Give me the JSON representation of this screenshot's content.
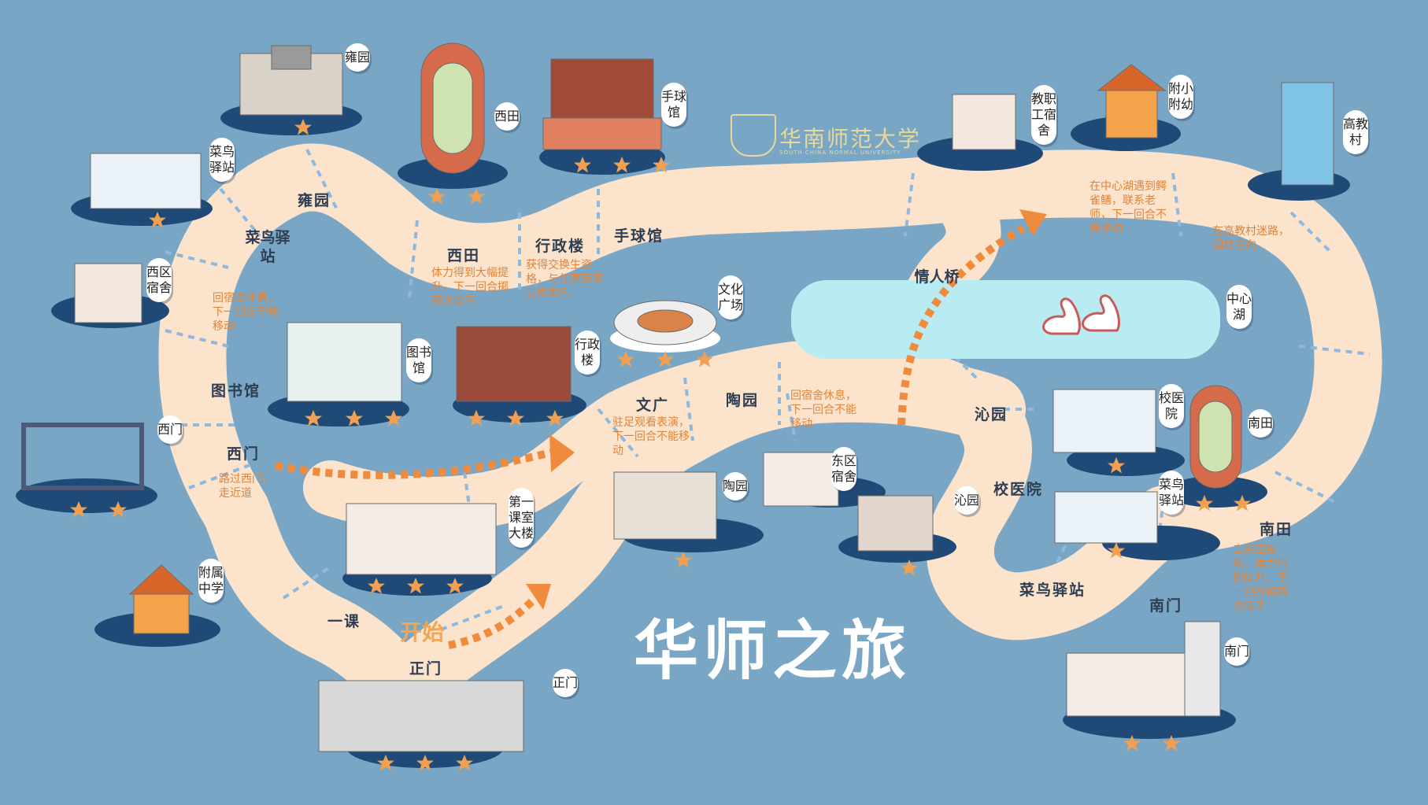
{
  "colors": {
    "water": "#7aa6c6",
    "path": "#fbe3cc",
    "dash": "#8fb8de",
    "star": "#f0a050",
    "arrow": "#f08a3c",
    "platform": "#1f4a78",
    "lake": "#b8ecf2"
  },
  "title": "华师之旅",
  "start_label": "开始",
  "logo": {
    "cn": "华南师范大学",
    "en": "SOUTH CHINA NORMAL UNIVERSITY"
  },
  "path_squares": {
    "yongyuan": "雍园",
    "cainiao1": "菜鸟驿站",
    "xitian": "西田",
    "xingzheng": "行政楼",
    "shouqiu": "手球馆",
    "tushuguan": "图书馆",
    "ximen": "西门",
    "wenguang": "文广",
    "taoyuan": "陶园",
    "qinren": "情人桥",
    "qinyuan": "沁园",
    "xiaoyiyuan": "校医院",
    "cainiao2": "菜鸟驿站",
    "nanmen": "南门",
    "nantian": "南田",
    "yike": "一课",
    "zhengmen": "正门"
  },
  "notes": {
    "xitian": "体力得到大幅提升，下一回合掷两次骰子",
    "xingzheng": "获得交换生资格，与任意玩家交换角色",
    "dorm_west": "回宿舍休息，下一回合不能移动",
    "ximen": "路过西门，走近道",
    "wenguang": "驻足观看表演，下一回合不能移动",
    "dorm_east": "回宿舍休息，下一回合不能移动",
    "lake": "在中心湖遇到鳄雀鳝，联系老师，下一回合不能移动",
    "gaojiao": "在高教村迷路，调转方向",
    "nantian": "去南田锻炼，体力得到提升，下一回合掷两次骰子"
  },
  "places": {
    "yongyuan": "雍园",
    "xitian": "西田",
    "shouqiuguan": "手球馆",
    "cainiao_w": "菜鸟驿站",
    "xiqu": "西区宿舍",
    "library": "图书馆",
    "admin": "行政楼",
    "culture": "文化广场",
    "ximen": "西门",
    "diyi": "第一课室大楼",
    "fuzhong": "附属中学",
    "zhengmen": "正门",
    "taoyuan": "陶园",
    "dongqu": "东区宿舍",
    "qinyuan": "沁园",
    "jiaozhigong": "教职工宿舍",
    "fuxiao": "附小附幼",
    "gaojiaocun": "高教村",
    "zhongxinhu": "中心湖",
    "xiaoyiyuan": "校医院",
    "nantian": "南田",
    "cainiao_e": "菜鸟驿站",
    "nanmen": "南门"
  }
}
